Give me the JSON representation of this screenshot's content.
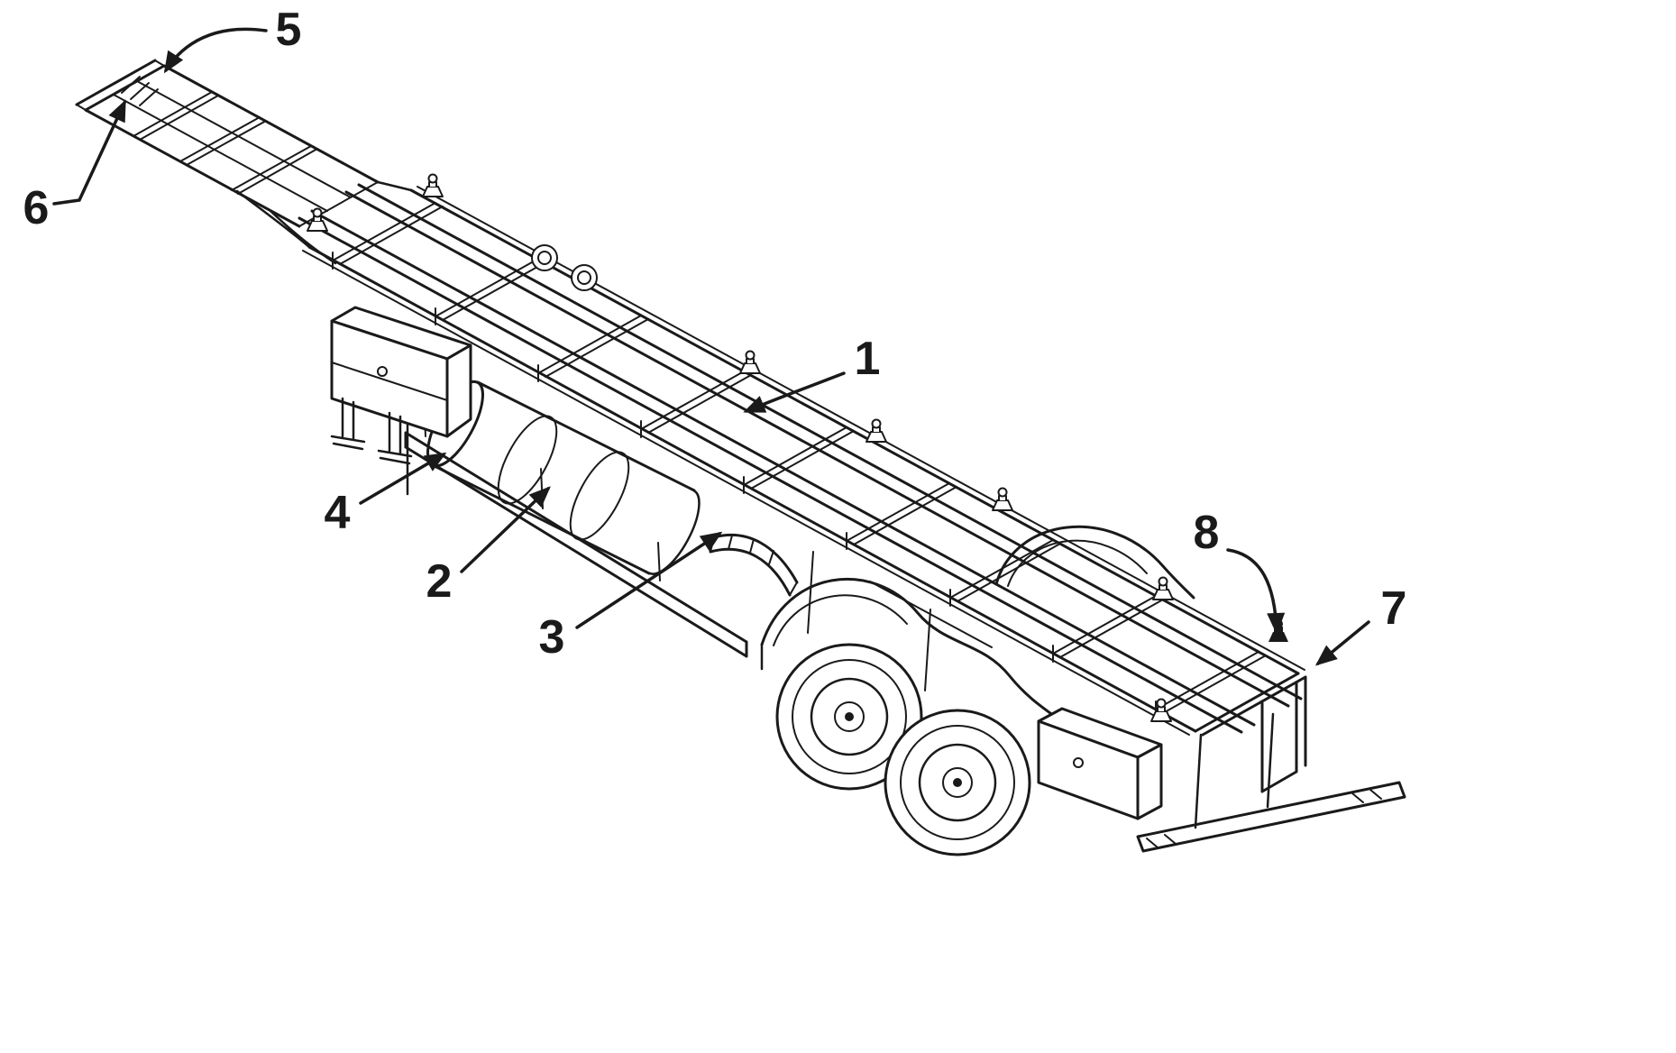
{
  "colors": {
    "ink": "#1a1a1a",
    "paper": "#ffffff"
  },
  "figure": {
    "labels": [
      "1",
      "2",
      "3",
      "4",
      "5",
      "6",
      "7",
      "8"
    ]
  }
}
